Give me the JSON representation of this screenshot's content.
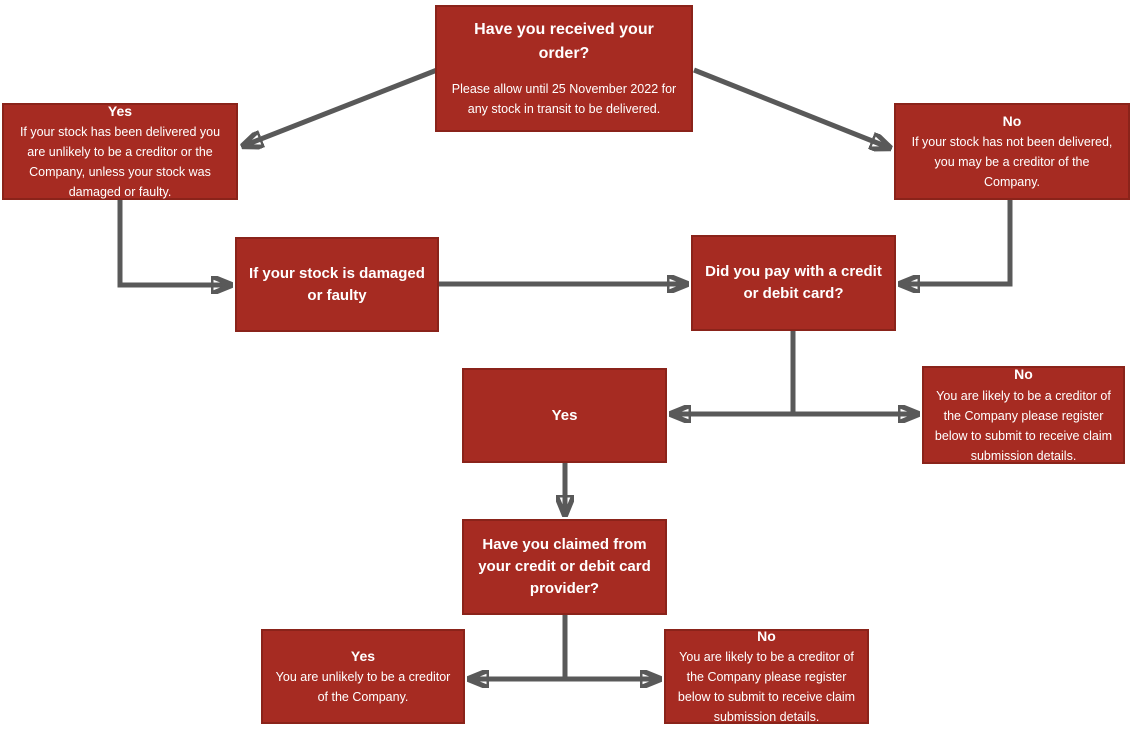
{
  "diagram_type": "flowchart",
  "colors": {
    "box_fill": "#A62B22",
    "box_border": "#8A231A",
    "arrow": "#595959",
    "box_text": "#FFFFFF",
    "background": "#FFFFFF"
  },
  "nodes": {
    "received_order": {
      "title": "Have you received your order?",
      "body": "Please allow until 25 November 2022 for any stock in transit to be delivered."
    },
    "yes_delivered": {
      "title": "Yes",
      "body": "If your stock has been delivered you are unlikely to be a creditor or the Company, unless your stock was damaged or faulty."
    },
    "no_delivered": {
      "title": "No",
      "body": "If your stock has not been delivered, you may be a creditor of the Company."
    },
    "damaged_faulty": {
      "title": "If your stock is damaged or faulty"
    },
    "credit_debit_card": {
      "title": "Did you pay with a credit or debit card?"
    },
    "yes_paid_card": {
      "title": "Yes"
    },
    "no_paid_card": {
      "title": "No",
      "body": "You are likely to be a creditor of the Company please register below to submit to receive claim submission details."
    },
    "claimed_provider": {
      "title": "Have you claimed from your credit or debit card provider?"
    },
    "yes_claimed": {
      "title": "Yes",
      "body": "You are unlikely to be a creditor of the Company."
    },
    "no_claimed": {
      "title": "No",
      "body": "You are likely to be a creditor of the Company please register below to submit to receive claim submission details."
    }
  }
}
